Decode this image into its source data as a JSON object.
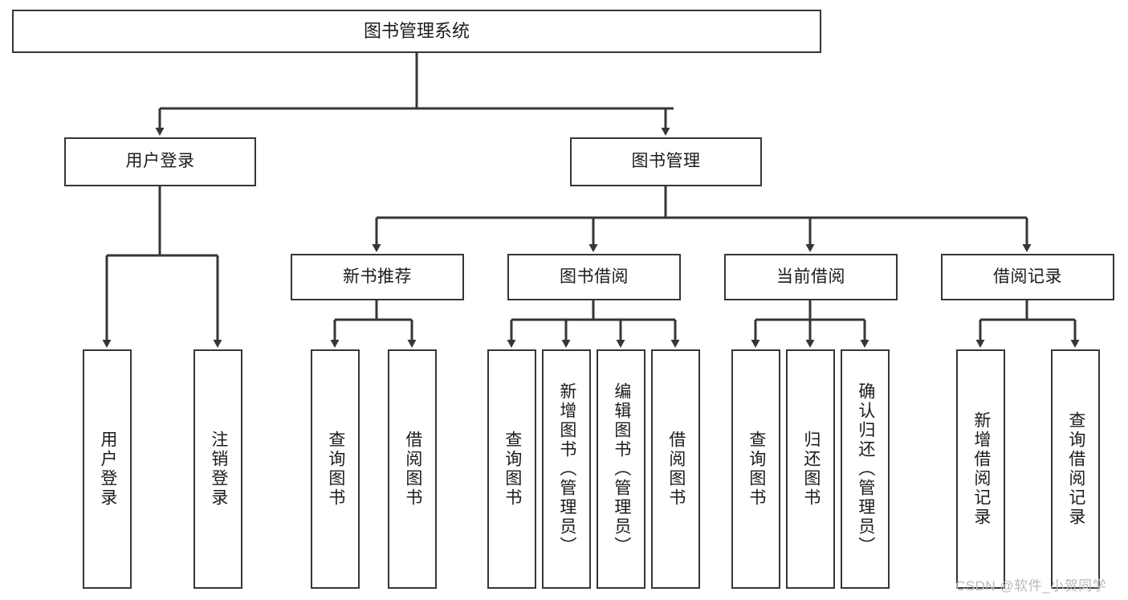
{
  "diagram": {
    "type": "tree",
    "title": "图书管理系统",
    "orientation": "top-down",
    "line_color": "#33363b",
    "box_fill": "#ffffff",
    "text_color": "#1b1b1b"
  },
  "root": {
    "label": "图书管理系统"
  },
  "level2": [
    {
      "label": "用户登录"
    },
    {
      "label": "图书管理"
    }
  ],
  "level3": [
    {
      "label": "新书推荐"
    },
    {
      "label": "图书借阅"
    },
    {
      "label": "当前借阅"
    },
    {
      "label": "借阅记录"
    }
  ],
  "leaves": {
    "user_login": [
      {
        "label": "用户登录"
      },
      {
        "label": "注销登录"
      }
    ],
    "new_book": [
      {
        "label": "查询图书"
      },
      {
        "label": "借阅图书"
      }
    ],
    "book_borrow": [
      {
        "label": "查询图书"
      },
      {
        "label": "新增图书（管理员）"
      },
      {
        "label": "编辑图书（管理员）"
      },
      {
        "label": "借阅图书"
      }
    ],
    "current_borrow": [
      {
        "label": "查询图书"
      },
      {
        "label": "归还图书"
      },
      {
        "label": "确认归还（管理员）"
      }
    ],
    "borrow_record": [
      {
        "label": "新增借阅记录"
      },
      {
        "label": "查询借阅记录"
      }
    ]
  },
  "watermark": {
    "text": "CSDN @软件_小贺同学"
  }
}
